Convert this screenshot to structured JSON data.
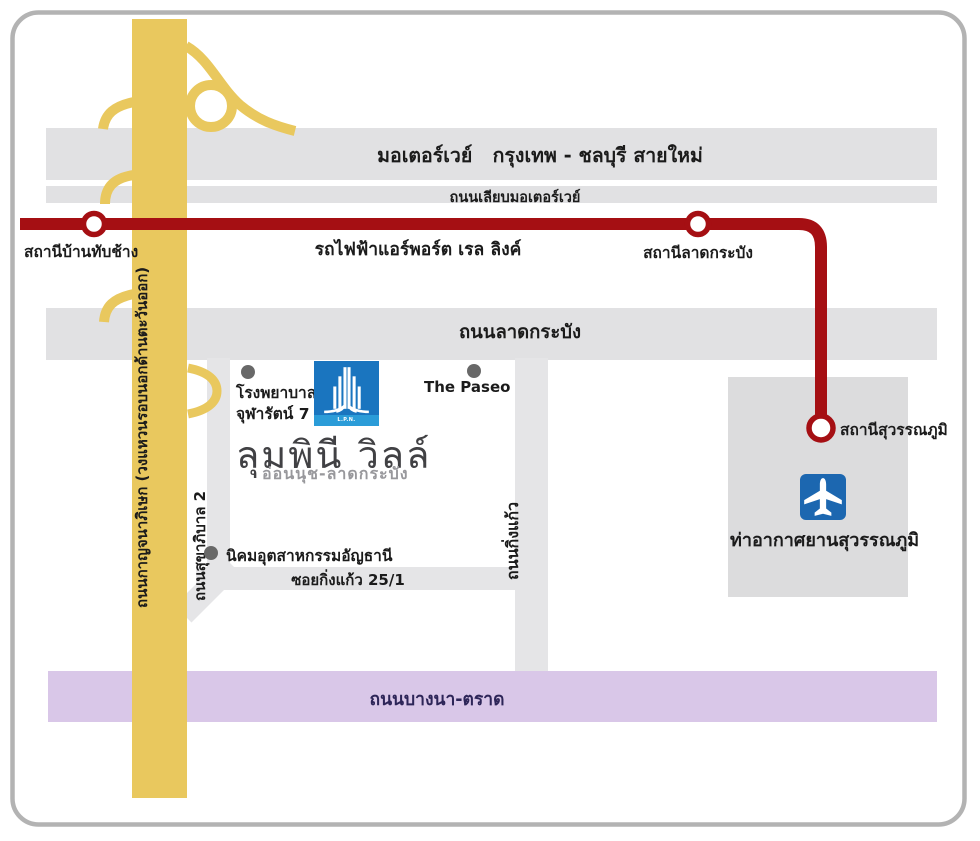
{
  "map": {
    "motorway": {
      "label": "มอเตอร์เวย์   กรุงเทพ - ชลบุรี สายใหม่"
    },
    "frontage_road": {
      "label": "ถนนเลียบมอเตอร์เวย์"
    },
    "airport_rail_link": {
      "label": "รถไฟฟ้าแอร์พอร์ต เรล ลิงค์",
      "stations": [
        {
          "id": "ban-thap-chang",
          "name": "สถานีบ้านทับช้าง"
        },
        {
          "id": "lat-krabang",
          "name": "สถานีลาดกระบัง"
        },
        {
          "id": "suvarnabhumi",
          "name": "สถานีสุวรรณภูมิ"
        }
      ]
    },
    "roads": {
      "lat_krabang": "ถนนลาดกระบัง",
      "kanchanaphisek": "ถนนกาญจนาภิเษก (วงแหวนรอบนอกด้านตะวันออก)",
      "sukhaphiban2": "ถนนสุขาภิบาล 2",
      "king_kaew": "ถนนกิ่งแก้ว",
      "soi_king_kaew": "ซอยกิ่งแก้ว 25/1",
      "bangna_trat": "ถนนบางนา-ตราด"
    },
    "places": {
      "hospital_line1": "โรงพยาบาล",
      "hospital_line2": "จุฬารัตน์ 7",
      "the_paseo": "The Paseo",
      "industrial_estate": "นิคมอุตสาหกรรมอัญธานี",
      "airport": "ท่าอากาศยานสุวรรณภูมิ"
    },
    "project": {
      "developer": "L.P.N. DEVELOPMENT",
      "name": "ลุมพินี วิลล์",
      "location": "อ่อนนุช-ลาดกระบัง"
    },
    "colors": {
      "rail_red": "#a50f13",
      "ring_road_yellow": "#e9c85e",
      "road_gray": "#e1e1e3",
      "bangna_purple": "#d9c7e8",
      "bangna_text_navy": "#2d2558",
      "lpn_blue": "#1a75bf",
      "airport_sign_blue": "#1c67b0",
      "border_gray": "#b3b3b3"
    }
  }
}
